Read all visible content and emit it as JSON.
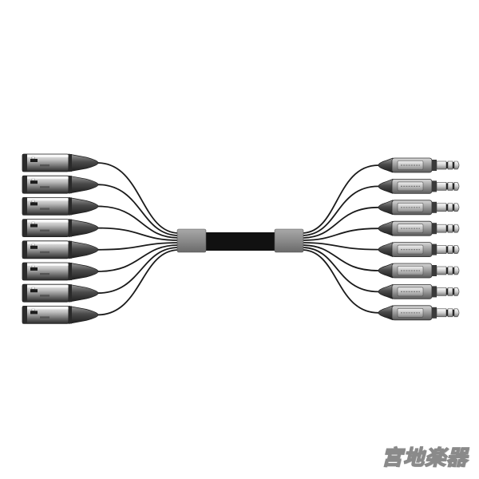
{
  "product": {
    "left_connector_count": 8,
    "right_connector_count": 8,
    "colors": {
      "cable": "#111111",
      "wire": "#1a1a1a",
      "boot_dark": "#3a3a3a",
      "boot_mid": "#7a7a7a",
      "metal_light": "#e6e6e6",
      "metal_mid": "#a8a8a8",
      "splitter_sleeve": "#8c8c8c"
    }
  },
  "watermark": {
    "text": "宮地楽器"
  }
}
